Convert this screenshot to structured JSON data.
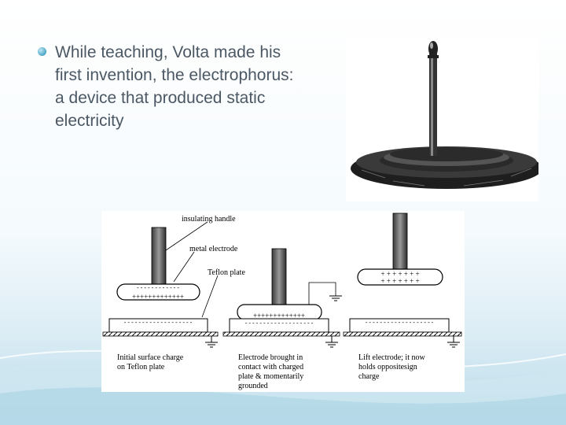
{
  "slide": {
    "bullet_text": "While teaching, Volta made his first invention, the electrophorus: a device that produced static electricity"
  },
  "diagram": {
    "labels": {
      "insulating_handle": "insulating handle",
      "metal_electrode": "metal electrode",
      "teflon_plate": "Teflon plate"
    },
    "panel1": {
      "caption_line1": "Initial surface charge",
      "caption_line2": "on Teflon plate",
      "charges_plus": "+++++++++++++",
      "charges_minus": "- - - - - - - - - - - -",
      "plate_minus": "- - - - - - - - - - - - - - - - - - -"
    },
    "panel2": {
      "caption_line1": "Electrode brought in",
      "caption_line2": "contact with charged",
      "caption_line3": "plate & momentarily",
      "caption_line4": "grounded",
      "charges_plus": "+++++++++++++",
      "plate_minus": "- - - - - - - - - - - - - - - - - - -"
    },
    "panel3": {
      "caption_line1": "Lift electrode; it now",
      "caption_line2": "holds oppositesign",
      "caption_line3": "charge",
      "charges_row1": "+ + + + + + +",
      "charges_row2": "+ + + + + + +",
      "plate_minus": "- - - - - - - - - - - - - - - - - - -"
    }
  },
  "colors": {
    "text": "#4b5864",
    "bullet": "#4aa7c6",
    "charge": "#1a2a9a"
  }
}
